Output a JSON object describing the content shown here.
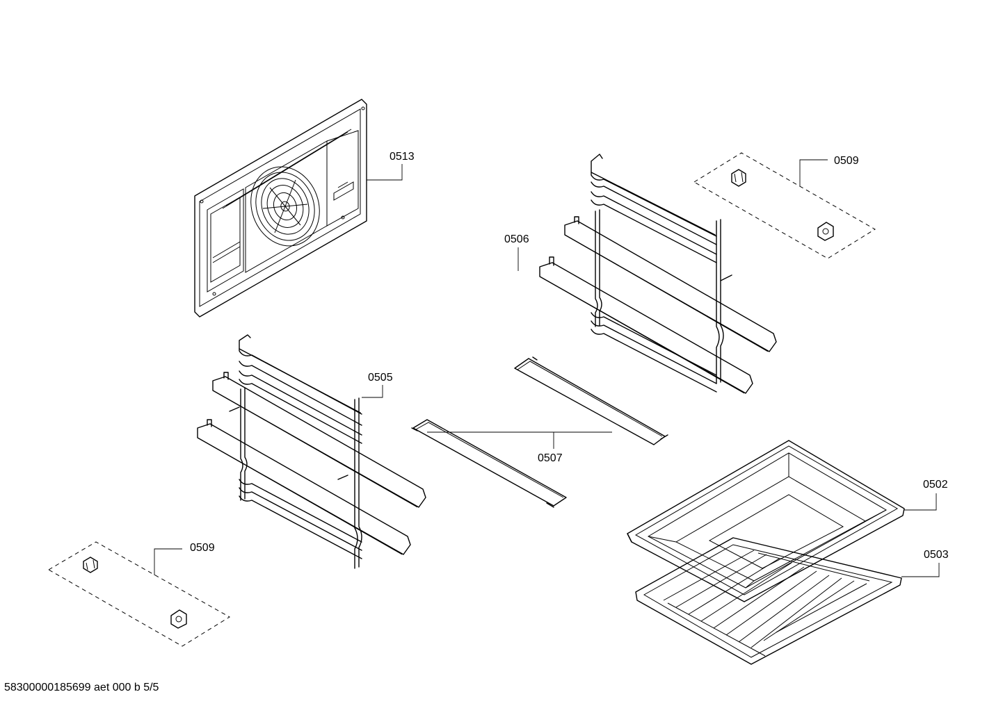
{
  "callouts": {
    "c0513": "0513",
    "c0506": "0506",
    "c0509_top": "0509",
    "c0505": "0505",
    "c0507": "0507",
    "c0502": "0502",
    "c0503": "0503",
    "c0509_bottom": "0509"
  },
  "footer": {
    "document_id": "58300000185699 aet 000 b 5/5"
  }
}
